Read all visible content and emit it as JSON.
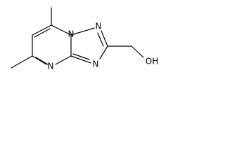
{
  "molecule": {
    "atoms": {
      "n_top": "N",
      "n_bridge": "N",
      "n_left_ring": "N",
      "n_right_ring": "N",
      "hydroxyl": "OH"
    }
  }
}
